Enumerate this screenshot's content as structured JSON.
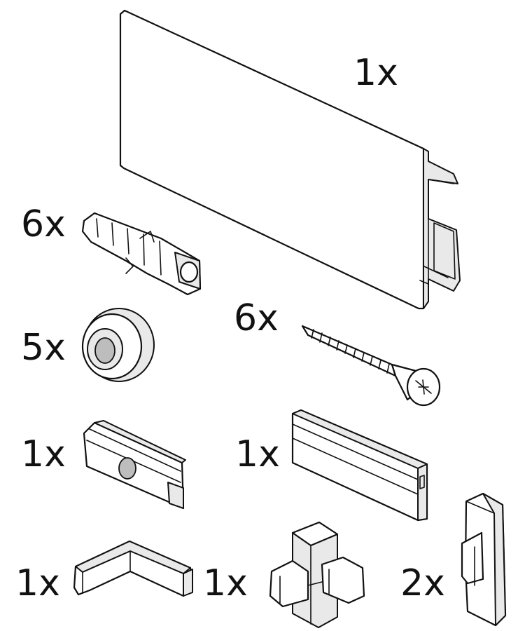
{
  "parts": [
    {
      "name": "rail",
      "quantity": "1x"
    },
    {
      "name": "wall-plug",
      "quantity": "6x"
    },
    {
      "name": "spacer-washer",
      "quantity": "5x"
    },
    {
      "name": "screw",
      "quantity": "6x"
    },
    {
      "name": "mounting-clip",
      "quantity": "1x"
    },
    {
      "name": "rail-connector",
      "quantity": "1x"
    },
    {
      "name": "corner-piece",
      "quantity": "1x"
    },
    {
      "name": "cross-connector",
      "quantity": "1x"
    },
    {
      "name": "end-cap",
      "quantity": "2x"
    }
  ],
  "colors": {
    "line": "#111111",
    "fill": "#ffffff",
    "shade": "#e9e9e9"
  }
}
